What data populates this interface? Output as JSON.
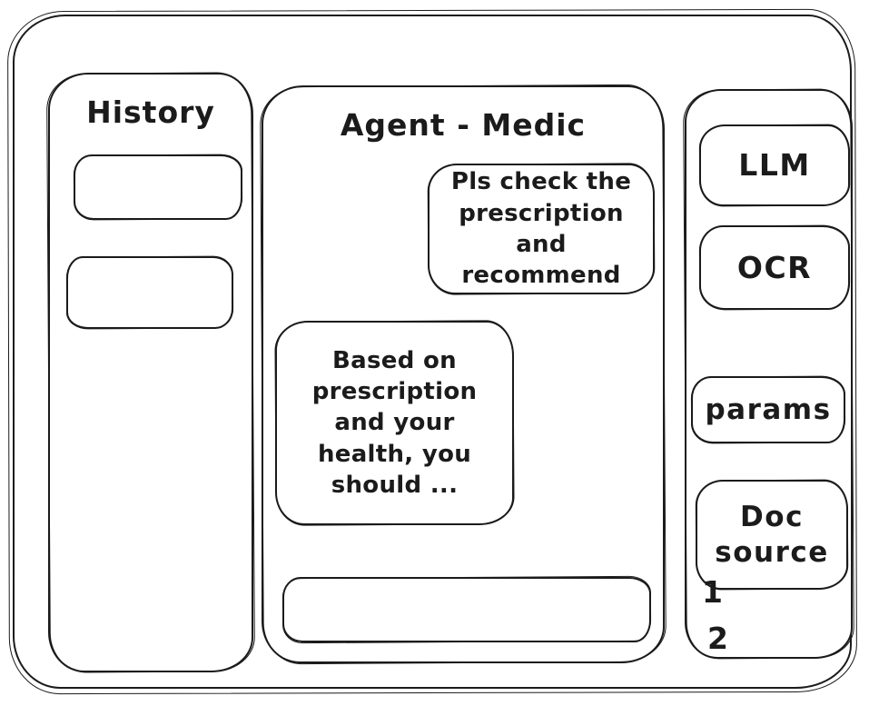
{
  "app": {
    "background_color": "#ffffff",
    "stroke_color": "#1b1b1b"
  },
  "history_panel": {
    "title": "History",
    "items": [
      {
        "label": ""
      },
      {
        "label": ""
      }
    ]
  },
  "chat_panel": {
    "title": "Agent - Medic",
    "user_message": "Pls check the prescription and recommend",
    "assistant_message": "Based on prescription and your health, you should ...",
    "input_value": ""
  },
  "tools_panel": {
    "llm_label": "LLM",
    "ocr_label": "OCR",
    "params_label": "params",
    "doc_source_label": "Doc source",
    "doc_items": [
      "1",
      "2"
    ]
  }
}
